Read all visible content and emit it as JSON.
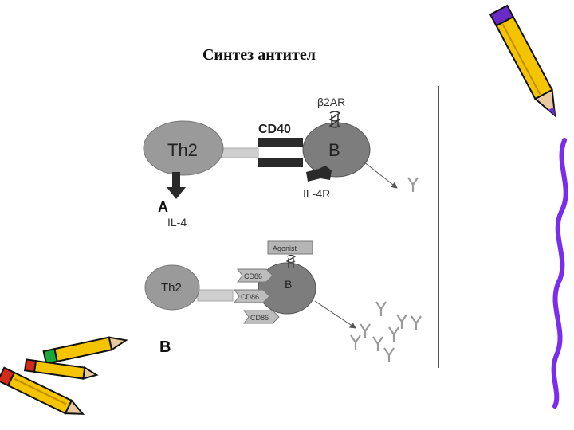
{
  "slide": {
    "title": "Синтез антител"
  },
  "panel_a": {
    "letter": "A",
    "th2_label": "Th2",
    "b_label": "B",
    "cd40_label": "CD40",
    "b2ar_label": "β2AR",
    "il4r_label": "IL-4R",
    "il4_label": "IL-4"
  },
  "panel_b": {
    "letter": "B",
    "th2_label": "Th2",
    "b_label": "B",
    "agonist_label": "Agonist",
    "cd86_labels": [
      "CD86",
      "CD86",
      "CD86"
    ]
  },
  "icons": [
    "pencil-icon",
    "pencils-icon",
    "antibody-icon"
  ],
  "colors": {
    "cell_fill": "#9a9a9a",
    "b_cell_fill": "#7d7d7d",
    "dark": "#2a2a2a",
    "pencil_yellow": "#f5c400",
    "pencil_purple": "#6a2cc7"
  }
}
